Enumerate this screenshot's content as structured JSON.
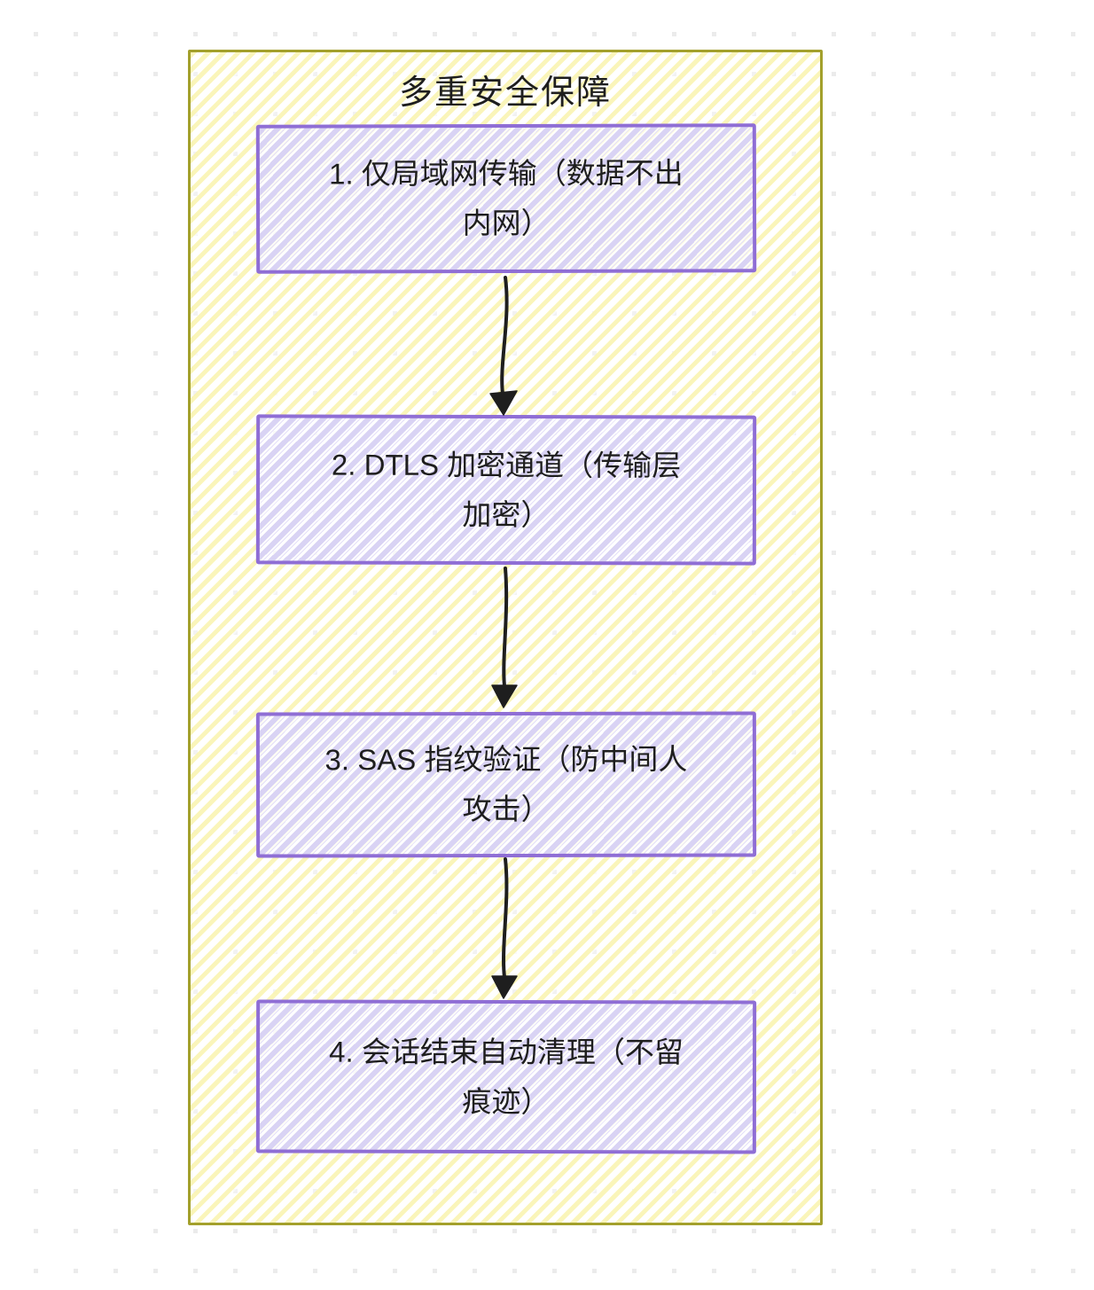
{
  "diagram": {
    "title": "多重安全保障",
    "nodes": [
      {
        "line1": "1. 仅局域网传输（数据不出",
        "line2": "内网）"
      },
      {
        "line1": "2. DTLS 加密通道（传输层",
        "line2": "加密）"
      },
      {
        "line1": "3. SAS 指纹验证（防中间人",
        "line2": "攻击）"
      },
      {
        "line1": "4. 会话结束自动清理（不留",
        "line2": "痕迹）"
      }
    ],
    "colors": {
      "frame_border": "#a3a02c",
      "frame_hatch": "#faf4b2",
      "node_border": "#8f6ed5",
      "node_hatch": "#d9d3f4",
      "arrow": "#1e1e1e",
      "text": "#1e1e1e",
      "background_dot": "#ebebeb"
    }
  }
}
